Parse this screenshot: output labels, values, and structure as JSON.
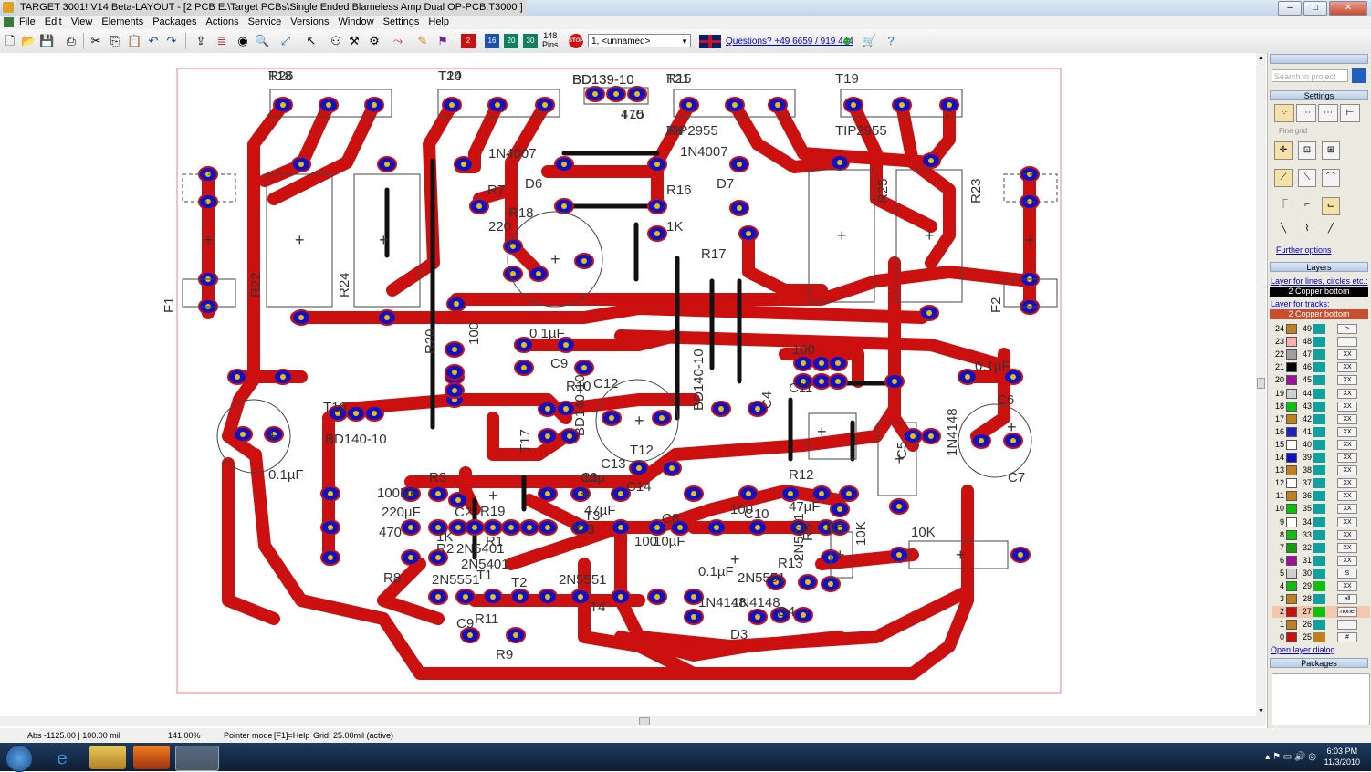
{
  "window": {
    "title": "TARGET 3001! V14 Beta-LAYOUT - [2 PCB E:\\Target PCBs\\Single Ended Blameless Amp Dual OP-PCB.T3000 ]"
  },
  "menu": [
    "File",
    "Edit",
    "View",
    "Elements",
    "Packages",
    "Actions",
    "Service",
    "Versions",
    "Window",
    "Settings",
    "Help"
  ],
  "toolbar": {
    "pins_count": "148",
    "pins_label": "Pins",
    "stop_label": "STOP",
    "combo_value": "1, <unnamed>",
    "questions": "Questions? +49 6659 / 919 444",
    "badge_red": "2",
    "badge_a": "16",
    "badge_b": "20",
    "badge_c": "30"
  },
  "pcb_labels": [
    "T18",
    "T20",
    "BD139-10",
    "T15",
    "T21",
    "TIP2955",
    "T19",
    "TIP2955",
    "1N4007",
    "D6",
    "1N4007",
    "D7",
    "R7",
    "R18",
    "R16",
    "1K",
    "R17",
    "220",
    "R22",
    "R24",
    "R25",
    "R23",
    "F1",
    "F2",
    "R20",
    "100",
    "0.1µF",
    "C9",
    "R10",
    "C12",
    "0.1µF",
    "C6",
    "100",
    "C11",
    "T16",
    "BD140-10",
    "0.1µF",
    "C7",
    "T17",
    "BD140-10",
    "T12",
    "BD140-10",
    "C4",
    "C5",
    "1N4148",
    "C13",
    "10µ",
    "C14",
    "47µF",
    "C3",
    "100NF",
    "220µF",
    "470",
    "R8",
    "C2",
    "R19",
    "R3",
    "1K",
    "R2",
    "R1",
    "2N5401",
    "2N5551",
    "T1",
    "T2",
    "T3",
    "T4",
    "2N5551",
    "2N5401",
    "2N5401",
    "C9",
    "R9",
    "R11",
    "100",
    "10µF",
    "C8",
    "C10",
    "0.1µF",
    "2N5551",
    "1N4148",
    "1N4148",
    "D3",
    "D4",
    "R13",
    "R5",
    "10K",
    "10K",
    "R12",
    "47µF",
    "C1",
    "100",
    "R6",
    "R26",
    "T14",
    "BD139-10",
    "470",
    "R15",
    "R4"
  ],
  "status": {
    "coords": "Abs -1125.00 | 100.00 mil",
    "zoom": "141.00%",
    "mode": "Pointer mode",
    "help": "[F1]=Help",
    "grid": "Grid: 25.00mil (active)"
  },
  "panel": {
    "search_placeholder": "Search in project",
    "settings_header": "Settings",
    "fine_grid": "Fine grid",
    "further_options": "Further options",
    "layers_header": "Layers",
    "layer_lines_label": "Layer for lines, circles etc.:",
    "layer_lines_value": "2 Copper bottom",
    "layer_tracks_label": "Layer for tracks:",
    "layer_tracks_value": "2 Copper bottom",
    "open_layer_dialog": "Open layer dialog",
    "packages_header": "Packages",
    "layers": [
      {
        "a": "24",
        "b": "49",
        "ca": "#c08020",
        "cb": "#10a0a0",
        "btn": ">"
      },
      {
        "a": "23",
        "b": "48",
        "ca": "#ffb0b0",
        "cb": "#10a0a0",
        "btn": ""
      },
      {
        "a": "22",
        "b": "47",
        "ca": "#a0a0a0",
        "cb": "#10a0a0",
        "btn": "XX"
      },
      {
        "a": "21",
        "b": "46",
        "ca": "#000000",
        "cb": "#10a0a0",
        "btn": "XX"
      },
      {
        "a": "20",
        "b": "45",
        "ca": "#a010a0",
        "cb": "#10a0a0",
        "btn": "XX"
      },
      {
        "a": "19",
        "b": "44",
        "ca": "#d0d0d0",
        "cb": "#10a0a0",
        "btn": "XX"
      },
      {
        "a": "18",
        "b": "43",
        "ca": "#10c010",
        "cb": "#10a0a0",
        "btn": "XX"
      },
      {
        "a": "17",
        "b": "42",
        "ca": "#c08020",
        "cb": "#10a0a0",
        "btn": "XX"
      },
      {
        "a": "16",
        "b": "41",
        "ca": "#2020c0",
        "cb": "#10a0a0",
        "btn": "XX"
      },
      {
        "a": "15",
        "b": "40",
        "ca": "#ffffff",
        "cb": "#10a0a0",
        "btn": "XX"
      },
      {
        "a": "14",
        "b": "39",
        "ca": "#1010c0",
        "cb": "#10a0a0",
        "btn": "XX"
      },
      {
        "a": "13",
        "b": "38",
        "ca": "#c08020",
        "cb": "#10a0a0",
        "btn": "XX"
      },
      {
        "a": "12",
        "b": "37",
        "ca": "#ffffff",
        "cb": "#10a0a0",
        "btn": "XX"
      },
      {
        "a": "11",
        "b": "36",
        "ca": "#c08020",
        "cb": "#10a0a0",
        "btn": "XX"
      },
      {
        "a": "10",
        "b": "35",
        "ca": "#10c010",
        "cb": "#10a0a0",
        "btn": "XX"
      },
      {
        "a": "9",
        "b": "34",
        "ca": "#ffffff",
        "cb": "#10a0a0",
        "btn": "XX"
      },
      {
        "a": "8",
        "b": "33",
        "ca": "#10c010",
        "cb": "#10a0a0",
        "btn": "XX"
      },
      {
        "a": "7",
        "b": "32",
        "ca": "#10a010",
        "cb": "#10a0a0",
        "btn": "XX"
      },
      {
        "a": "6",
        "b": "31",
        "ca": "#a010a0",
        "cb": "#10a0a0",
        "btn": "XX"
      },
      {
        "a": "5",
        "b": "30",
        "ca": "#d0d0d0",
        "cb": "#10a0a0",
        "btn": "S"
      },
      {
        "a": "4",
        "b": "29",
        "ca": "#10c010",
        "cb": "#10c010",
        "btn": "XX"
      },
      {
        "a": "3",
        "b": "28",
        "ca": "#c08020",
        "cb": "#10a0a0",
        "btn": "all"
      },
      {
        "a": "2",
        "b": "27",
        "ca": "#cc1010",
        "cb": "#10c010",
        "btn": "none"
      },
      {
        "a": "1",
        "b": "26",
        "ca": "#c08020",
        "cb": "#10a0a0",
        "btn": ""
      },
      {
        "a": "0",
        "b": "25",
        "ca": "#cc1010",
        "cb": "#c08020",
        "btn": "#"
      }
    ]
  },
  "taskbar": {
    "time": "6:03 PM",
    "date": "11/3/2010"
  },
  "colors": {
    "copper": "#cc1010",
    "pad": "#1010c8",
    "wire": "#111111"
  }
}
